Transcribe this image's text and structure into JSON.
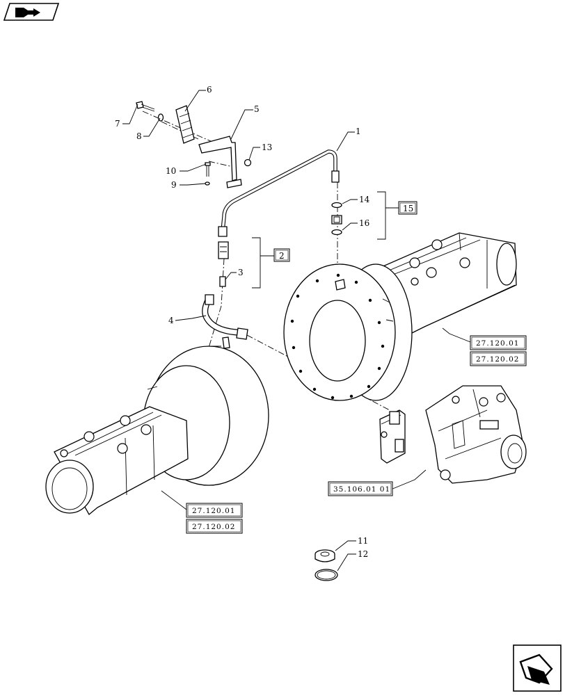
{
  "nav": {
    "top_icon": "previous-page-icon",
    "bottom_icon": "next-page-icon"
  },
  "callouts": {
    "c1": "1",
    "c2": "2",
    "c3": "3",
    "c4": "4",
    "c5": "5",
    "c6": "6",
    "c7": "7",
    "c8": "8",
    "c9": "9",
    "c10": "10",
    "c11": "11",
    "c12": "12",
    "c13": "13",
    "c14": "14",
    "c15": "15",
    "c16": "16"
  },
  "references": {
    "axle_right_1": "27.120.01",
    "axle_right_2": "27.120.02",
    "axle_left_1": "27.120.01",
    "axle_left_2": "27.120.02",
    "pump": "35.106.01 01"
  }
}
